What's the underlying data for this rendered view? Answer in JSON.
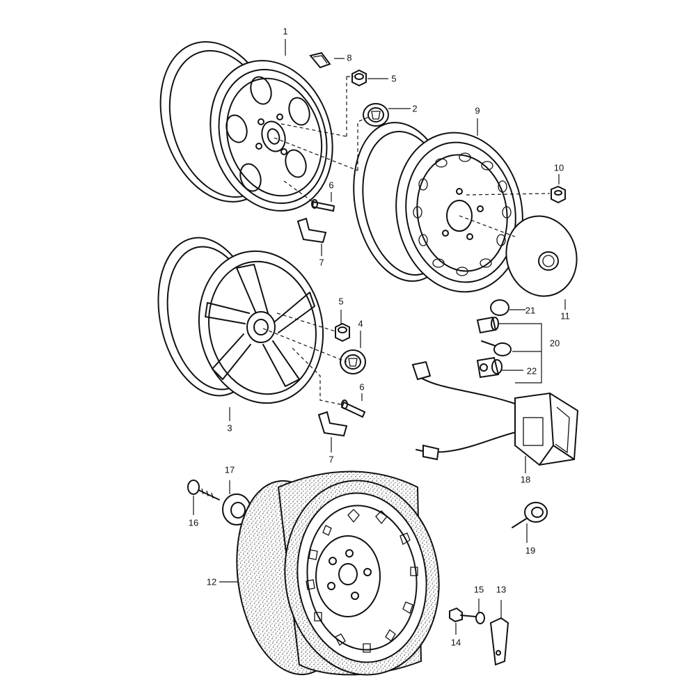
{
  "diagram": {
    "callouts": {
      "c1": "1",
      "c2": "2",
      "c3": "3",
      "c4": "4",
      "c5a": "5",
      "c5b": "5",
      "c6a": "6",
      "c6b": "6",
      "c7a": "7",
      "c7b": "7",
      "c8": "8",
      "c9": "9",
      "c10": "10",
      "c11": "11",
      "c12": "12",
      "c13": "13",
      "c14": "14",
      "c15": "15",
      "c16": "16",
      "c17": "17",
      "c18": "18",
      "c19": "19",
      "c20": "20",
      "c21": "21",
      "c22": "22"
    }
  }
}
